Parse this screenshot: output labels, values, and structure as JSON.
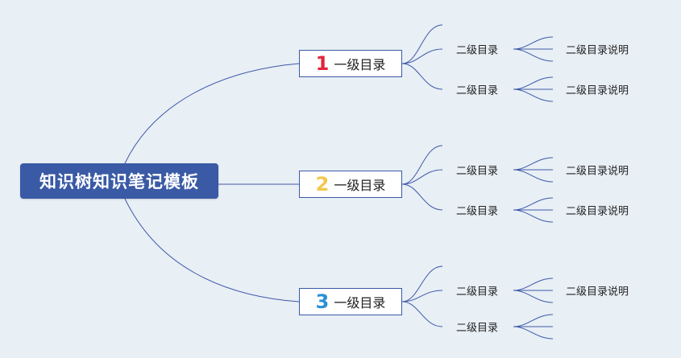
{
  "root": {
    "label": "知识树知识笔记模板"
  },
  "level1": [
    {
      "number": "1",
      "number_color": "#e0243a",
      "label": "一级目录",
      "level2": [
        {
          "label": "二级目录",
          "level3": "二级目录说明"
        },
        {
          "label": "二级目录",
          "level3": "二级目录说明"
        }
      ]
    },
    {
      "number": "2",
      "number_color": "#f2c94c",
      "label": "一级目录",
      "level2": [
        {
          "label": "二级目录",
          "level3": "二级目录说明"
        },
        {
          "label": "二级目录",
          "level3": "二级目录说明"
        }
      ]
    },
    {
      "number": "3",
      "number_color": "#2a8fd6",
      "label": "一级目录",
      "level2": [
        {
          "label": "二级目录",
          "level3": "二级目录说明"
        },
        {
          "label": "二级目录",
          "level3": ""
        }
      ]
    }
  ],
  "colors": {
    "background": "#e8eff5",
    "root_fill": "#3a5aa6",
    "line": "#3f58a8"
  }
}
